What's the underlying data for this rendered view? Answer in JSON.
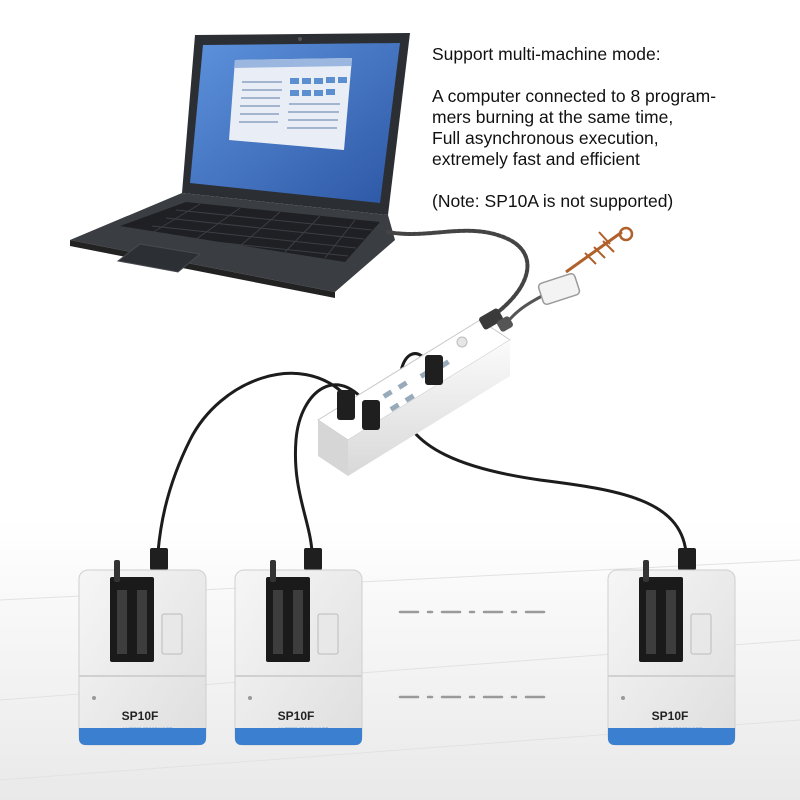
{
  "caption": {
    "heading": "Support multi-machine mode:",
    "line1": "A computer connected to 8 program-",
    "line2": "mers burning at the same time,",
    "line3": "Full asynchronous execution,",
    "line4": "extremely fast and efficient",
    "note": "(Note: SP10A is not supported)"
  },
  "devices": [
    {
      "model": "SP10F",
      "subtitle": "HI-SPEED PROGRAMMER"
    },
    {
      "model": "SP10F",
      "subtitle": "HI-SPEED PROGRAMMER"
    },
    {
      "model": "SP10F",
      "subtitle": "HI-SPEED PROGRAMMER"
    }
  ],
  "colors": {
    "device_body": "#eeeeee",
    "device_stripe": "#3a7fd0",
    "socket": "#1a1a1a",
    "cable": "#1c1c1c",
    "hub_body": "#f2f2f2",
    "laptop_screen": "#3d6fc0"
  }
}
